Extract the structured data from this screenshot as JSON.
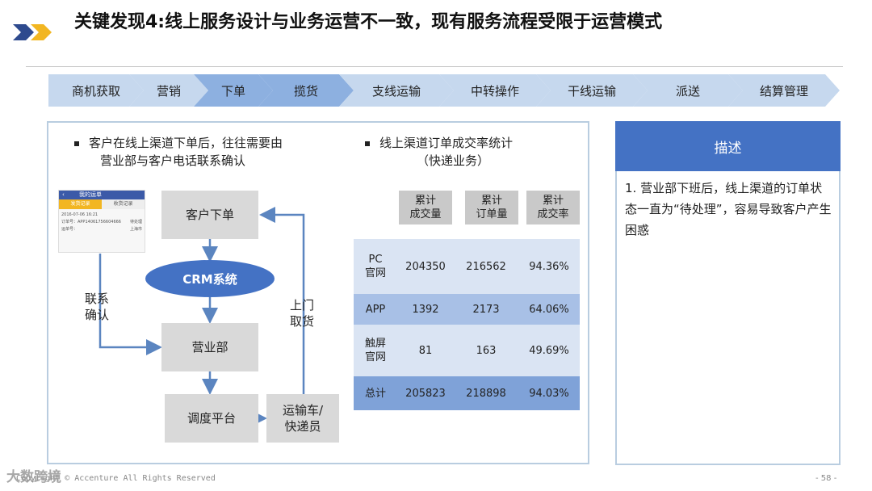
{
  "title": "关键发现4:线上服务设计与业务运营不一致，现有服务流程受限于运营模式",
  "process_steps": [
    {
      "label": "商机获取",
      "active": false
    },
    {
      "label": "营销",
      "active": false
    },
    {
      "label": "下单",
      "active": true
    },
    {
      "label": "揽货",
      "active": true
    },
    {
      "label": "支线运输",
      "active": false
    },
    {
      "label": "中转操作",
      "active": false
    },
    {
      "label": "干线运输",
      "active": false
    },
    {
      "label": "派送",
      "active": false
    },
    {
      "label": "结算管理",
      "active": false
    }
  ],
  "left": {
    "bullet1_line1": "客户在线上渠道下单后，往往需要由",
    "bullet1_line2": "营业部与客户电话联系确认",
    "bullet2_line1": "线上渠道订单成交率统计",
    "bullet2_line2": "（快递业务）"
  },
  "phone": {
    "header": "我的运单",
    "tab1": "发货记录",
    "tab2": "收货记录",
    "line1": "2016-07-06 16:21",
    "line2": "订单号：APP14061756604666",
    "line3": "运单号：",
    "status1": "待处理",
    "status2": "上海市"
  },
  "flow": {
    "customer_order": "客户下单",
    "crm": "CRM系统",
    "sales_dept": "营业部",
    "dispatch": "调度平台",
    "courier_line1": "运输车/",
    "courier_line2": "快递员",
    "contact_line1": "联系",
    "contact_line2": "确认",
    "pickup_line1": "上门",
    "pickup_line2": "取货"
  },
  "table": {
    "headers": [
      {
        "line1": "累计",
        "line2": "成交量"
      },
      {
        "line1": "累计",
        "line2": "订单量"
      },
      {
        "line1": "累计",
        "line2": "成交率"
      }
    ],
    "rows": [
      {
        "name_line1": "PC",
        "name_line2": "官网",
        "volume": "204350",
        "orders": "216562",
        "rate": "94.36%"
      },
      {
        "name_line1": "APP",
        "name_line2": "",
        "volume": "1392",
        "orders": "2173",
        "rate": "64.06%"
      },
      {
        "name_line1": "触屏",
        "name_line2": "官网",
        "volume": "81",
        "orders": "163",
        "rate": "49.69%"
      },
      {
        "name_line1": "总计",
        "name_line2": "",
        "volume": "205823",
        "orders": "218898",
        "rate": "94.03%"
      }
    ]
  },
  "description": {
    "header": "描述",
    "text": "1. 营业部下班后，线上渠道的订单状态一直为“待处理”，容易导致客户产生困惑"
  },
  "footer": {
    "copyright": "Copyright © Accenture All Rights Reserved",
    "page": "- 58 -",
    "watermark": "大数跨境"
  },
  "colors": {
    "chevron_inactive": "#c6d8ee",
    "chevron_active": "#8db0e0",
    "table_row_light": "#dae4f3",
    "table_row_mid": "#a8c0e6",
    "table_row_dark": "#7fa2d8",
    "crm_blue": "#4472c4",
    "arrow_blue": "#5b85c0",
    "title_icon_blue": "#2e4a8e",
    "title_icon_yellow": "#f2b622"
  }
}
